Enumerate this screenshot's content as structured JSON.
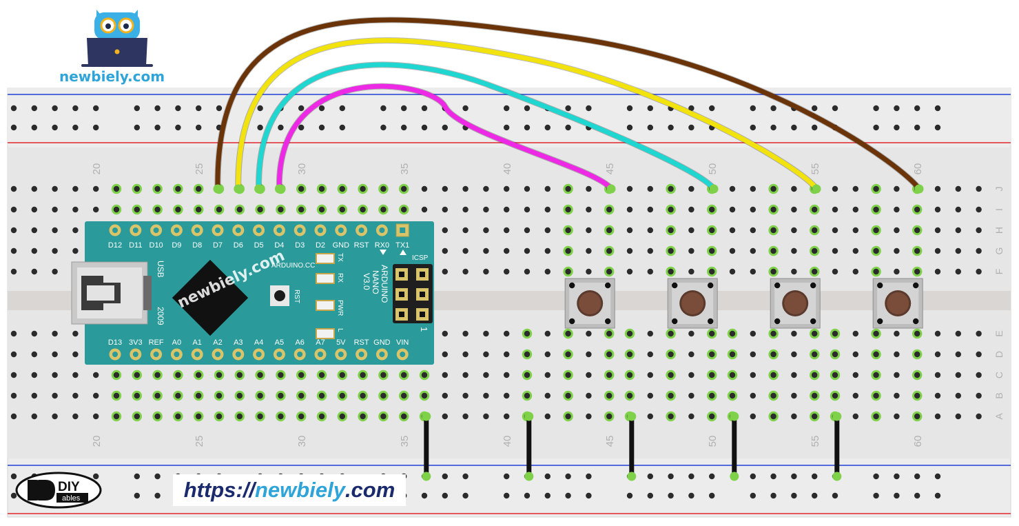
{
  "brand": {
    "site_name": "newbiely.com",
    "url_prefix": "https://",
    "url_domain": "newbiely",
    "url_suffix": ".com",
    "diy_logo_top": "DIY",
    "diy_logo_bottom": "ables",
    "watermark": "newbiely.com"
  },
  "breadboard": {
    "column_numbers": [
      "20",
      "25",
      "30",
      "35",
      "40",
      "45",
      "50",
      "55",
      "60"
    ],
    "row_letters_top": [
      "J",
      "I",
      "H",
      "G",
      "F"
    ],
    "row_letters_bottom": [
      "E",
      "D",
      "C",
      "B",
      "A"
    ],
    "colors": {
      "rail_blue": "#1f3fd6",
      "rail_red": "#e0262b",
      "hole": "#2b2b2b",
      "hole_active": "#7fd14a"
    }
  },
  "arduino": {
    "top_pins": [
      "D12",
      "D11",
      "D10",
      "D9",
      "D8",
      "D7",
      "D6",
      "D5",
      "D4",
      "D3",
      "D2",
      "GND",
      "RST",
      "RX0",
      "TX1"
    ],
    "bottom_pins": [
      "D13",
      "3V3",
      "REF",
      "A0",
      "A1",
      "A2",
      "A3",
      "A4",
      "A5",
      "A6",
      "A7",
      "5V",
      "RST",
      "GND",
      "VIN"
    ],
    "usb_label": "USB",
    "year_label": "2009",
    "brand_label": "ARDUINO.CC",
    "rst_label": "RST",
    "led_labels": [
      "TX",
      "RX",
      "PWR",
      "L"
    ],
    "model_line1": "ARDUINO",
    "model_line2": "NANO",
    "model_line3": "V3.0",
    "icsp_label": "ICSP",
    "icsp_number": "1",
    "board_color": "#2a9a9a"
  },
  "wires": [
    {
      "color": "#6b3308",
      "from": "D7",
      "to": "button-4"
    },
    {
      "color": "#f2e30f",
      "from": "D6",
      "to": "button-3"
    },
    {
      "color": "#20d6d0",
      "from": "D5",
      "to": "button-2"
    },
    {
      "color": "#ee29e6",
      "from": "D4",
      "to": "button-1"
    }
  ],
  "buttons": [
    {
      "name": "button-1"
    },
    {
      "name": "button-2"
    },
    {
      "name": "button-3"
    },
    {
      "name": "button-4"
    }
  ]
}
